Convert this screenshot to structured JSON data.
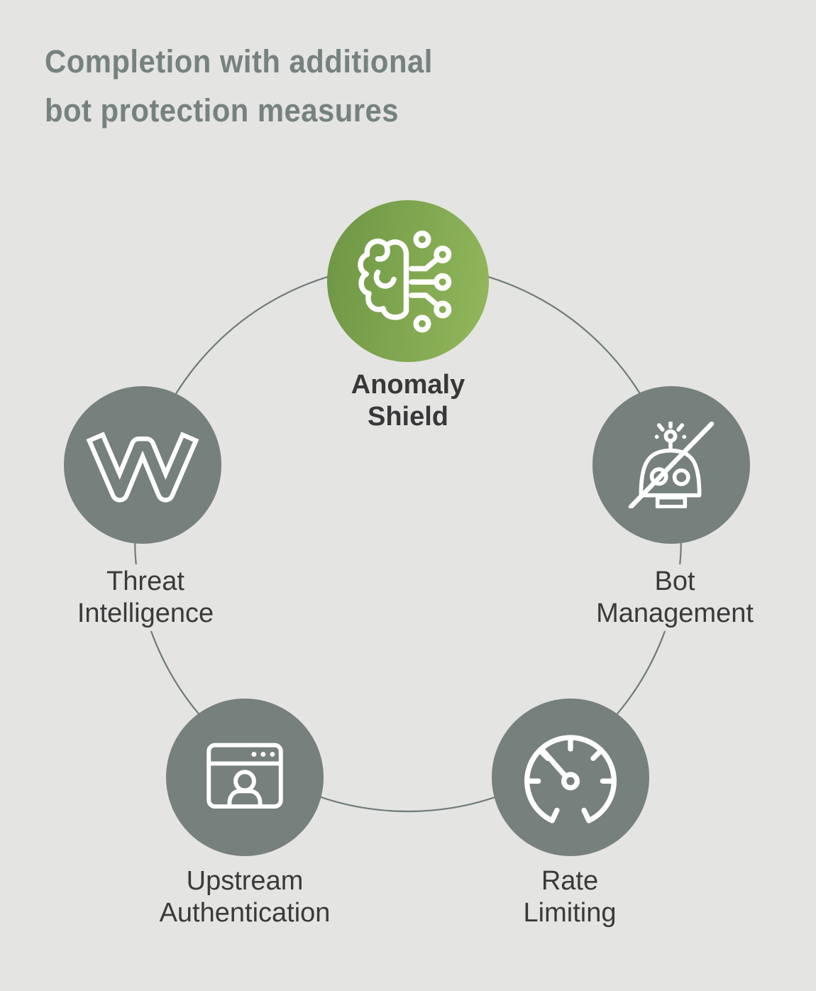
{
  "title": {
    "lines": [
      "Completion with additional",
      "bot protection measures"
    ]
  },
  "nodes": [
    {
      "id": "anomaly-shield",
      "lines": [
        "Anomaly",
        "Shield"
      ],
      "icon": "brain-circuit-icon",
      "highlighted": true
    },
    {
      "id": "threat-intelligence",
      "lines": [
        "Threat",
        "Intelligence"
      ],
      "icon": "w-logo-icon",
      "highlighted": false
    },
    {
      "id": "bot-management",
      "lines": [
        "Bot",
        "Management"
      ],
      "icon": "robot-blocked-icon",
      "highlighted": false
    },
    {
      "id": "upstream-authentication",
      "lines": [
        "Upstream",
        "Authentication"
      ],
      "icon": "browser-user-icon",
      "highlighted": false
    },
    {
      "id": "rate-limiting",
      "lines": [
        "Rate",
        "Limiting"
      ],
      "icon": "speedometer-icon",
      "highlighted": false
    }
  ],
  "colors": {
    "background": "#e4e4e2",
    "node_gray": "#76807d",
    "accent_green_start": "#6d9544",
    "accent_green_end": "#93b85c",
    "ring_line": "#6f7b79",
    "title_text": "#76827f",
    "label_text": "#3a3a3a",
    "icon": "#ffffff"
  }
}
